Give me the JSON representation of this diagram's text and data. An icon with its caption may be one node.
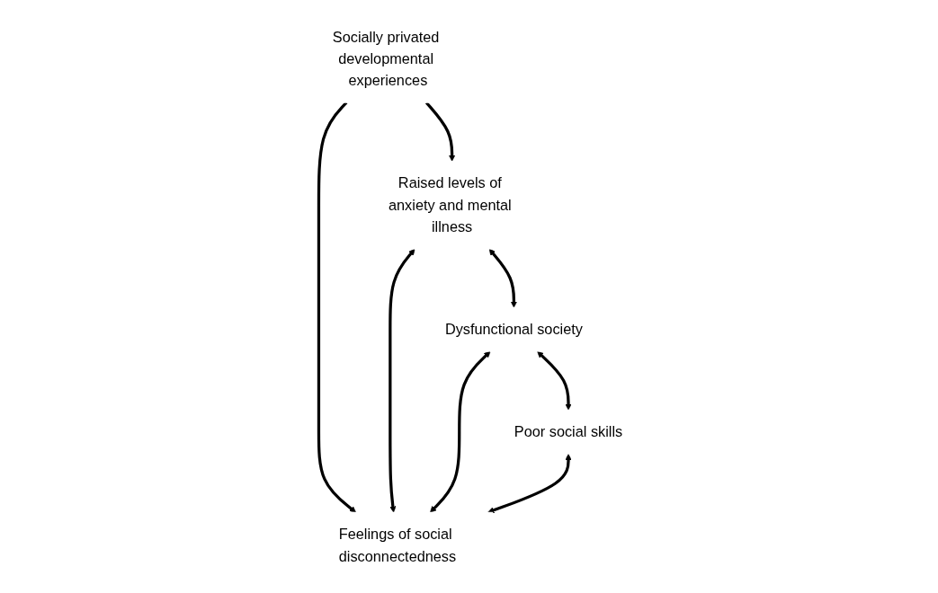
{
  "diagram": {
    "nodes": [
      {
        "text": [
          "Socially privated developmental experiences"
        ]
      },
      {
        "text": [
          "Raised levels of anxiety and mental illness"
        ]
      },
      {
        "text": [
          "Feelings of social disconnectedness"
        ]
      },
      {
        "text": [
          "Dysfunctional society"
        ]
      },
      {
        "text": [
          "Poor social skills"
        ]
      }
    ],
    "edges": [
      {
        "from": 0,
        "to": 1,
        "arrow": "to"
      },
      {
        "from": 0,
        "to": 2,
        "arrow": "to"
      },
      {
        "from": 1,
        "to": 2,
        "arrow": "both"
      },
      {
        "from": 3,
        "to": 2,
        "arrow": "both"
      },
      {
        "from": 1,
        "to": 3,
        "arrow": "both"
      },
      {
        "from": 3,
        "to": 4,
        "arrow": "both"
      },
      {
        "from": 4,
        "to": 2,
        "arrow": "both"
      }
    ]
  }
}
